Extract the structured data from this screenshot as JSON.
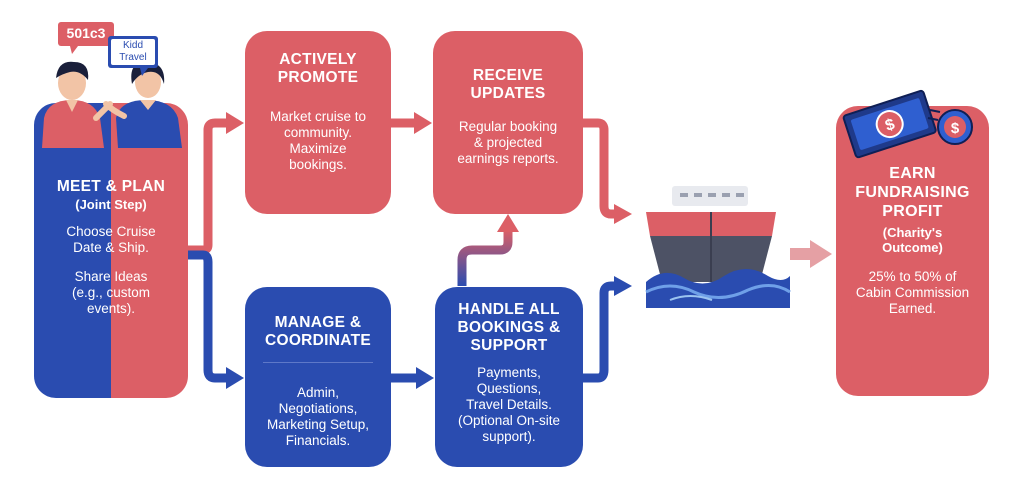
{
  "bubbles": {
    "left": "501c3",
    "right": "Kidd\nTravel"
  },
  "meet_plan": {
    "title": "MEET & PLAN",
    "subtitle": "(Joint Step)",
    "step1": "Choose Cruise\nDate & Ship.",
    "step2": "Share Ideas\n(e.g., custom\nevents)."
  },
  "promote": {
    "title": "ACTIVELY\nPROMOTE",
    "body": "Market cruise to\ncommunity.\nMaximize\nbookings."
  },
  "updates": {
    "title": "RECEIVE\nUPDATES",
    "body": "Regular booking\n& projected\nearnings reports."
  },
  "manage": {
    "title": "MANAGE &\nCOORDINATE",
    "body": "Admin,\nNegotiations,\nMarketing Setup,\nFinancials."
  },
  "handle": {
    "title": "HANDLE ALL\nBOOKINGS &\nSUPPORT",
    "body": "Payments,\nQuestions,\nTravel Details.\n(Optional On-site\nsupport)."
  },
  "earn": {
    "title": "EARN\nFUNDRAISING\nPROFIT",
    "subtitle": "(Charity's\nOutcome)",
    "body": "25% to 50% of\nCabin Commission\nEarned."
  },
  "colors": {
    "red": "#dc5f66",
    "blue": "#2a4cb0",
    "arrow_red": "#dc5f66",
    "arrow_blue": "#2a4cb0"
  },
  "icons": [
    "people-icon",
    "ship-icon",
    "money-icon",
    "arrow-icon"
  ]
}
